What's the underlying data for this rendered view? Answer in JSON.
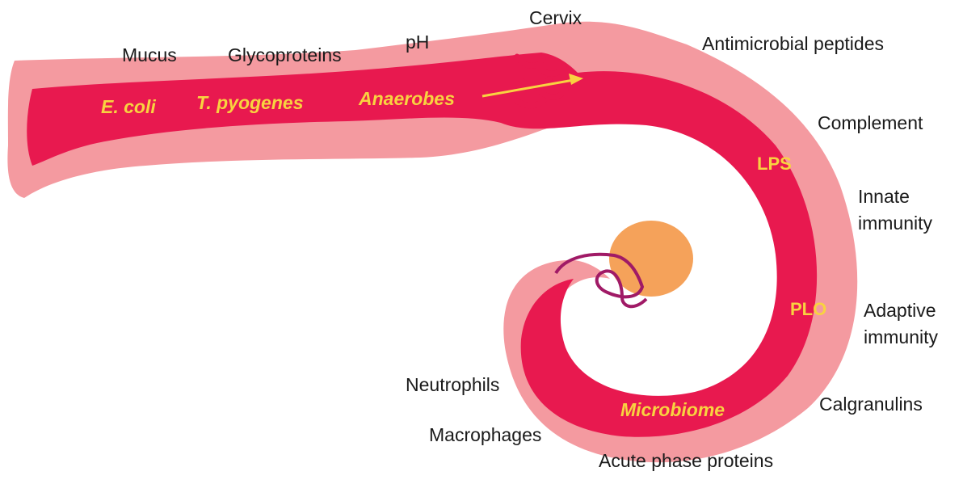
{
  "colors": {
    "outer_wall": "#f49aa0",
    "inner_lumen": "#e8194f",
    "ovary": "#f5a25a",
    "oviduct": "#a01a66",
    "highlight_text": "#f8d340",
    "arrow": "#f8d340"
  },
  "labels": {
    "mucus": "Mucus",
    "glycoproteins": "Glycoproteins",
    "ph": "pH",
    "cervix": "Cervix",
    "antimicrobial_peptides": "Antimicrobial  peptides",
    "complement": "Complement",
    "innate_line1": "Innate",
    "innate_line2": "immunity",
    "adaptive_line1": "Adaptive",
    "adaptive_line2": "immunity",
    "calgranulins": "Calgranulins",
    "acute_phase_proteins": "Acute phase proteins",
    "macrophages": "Macrophages",
    "neutrophils": "Neutrophils"
  },
  "inner_labels": {
    "ecoli": "E. coli",
    "tpyogenes": "T. pyogenes",
    "anaerobes": "Anaerobes",
    "lps": "LPS",
    "plo": "PLO",
    "microbiome": "Microbiome"
  }
}
